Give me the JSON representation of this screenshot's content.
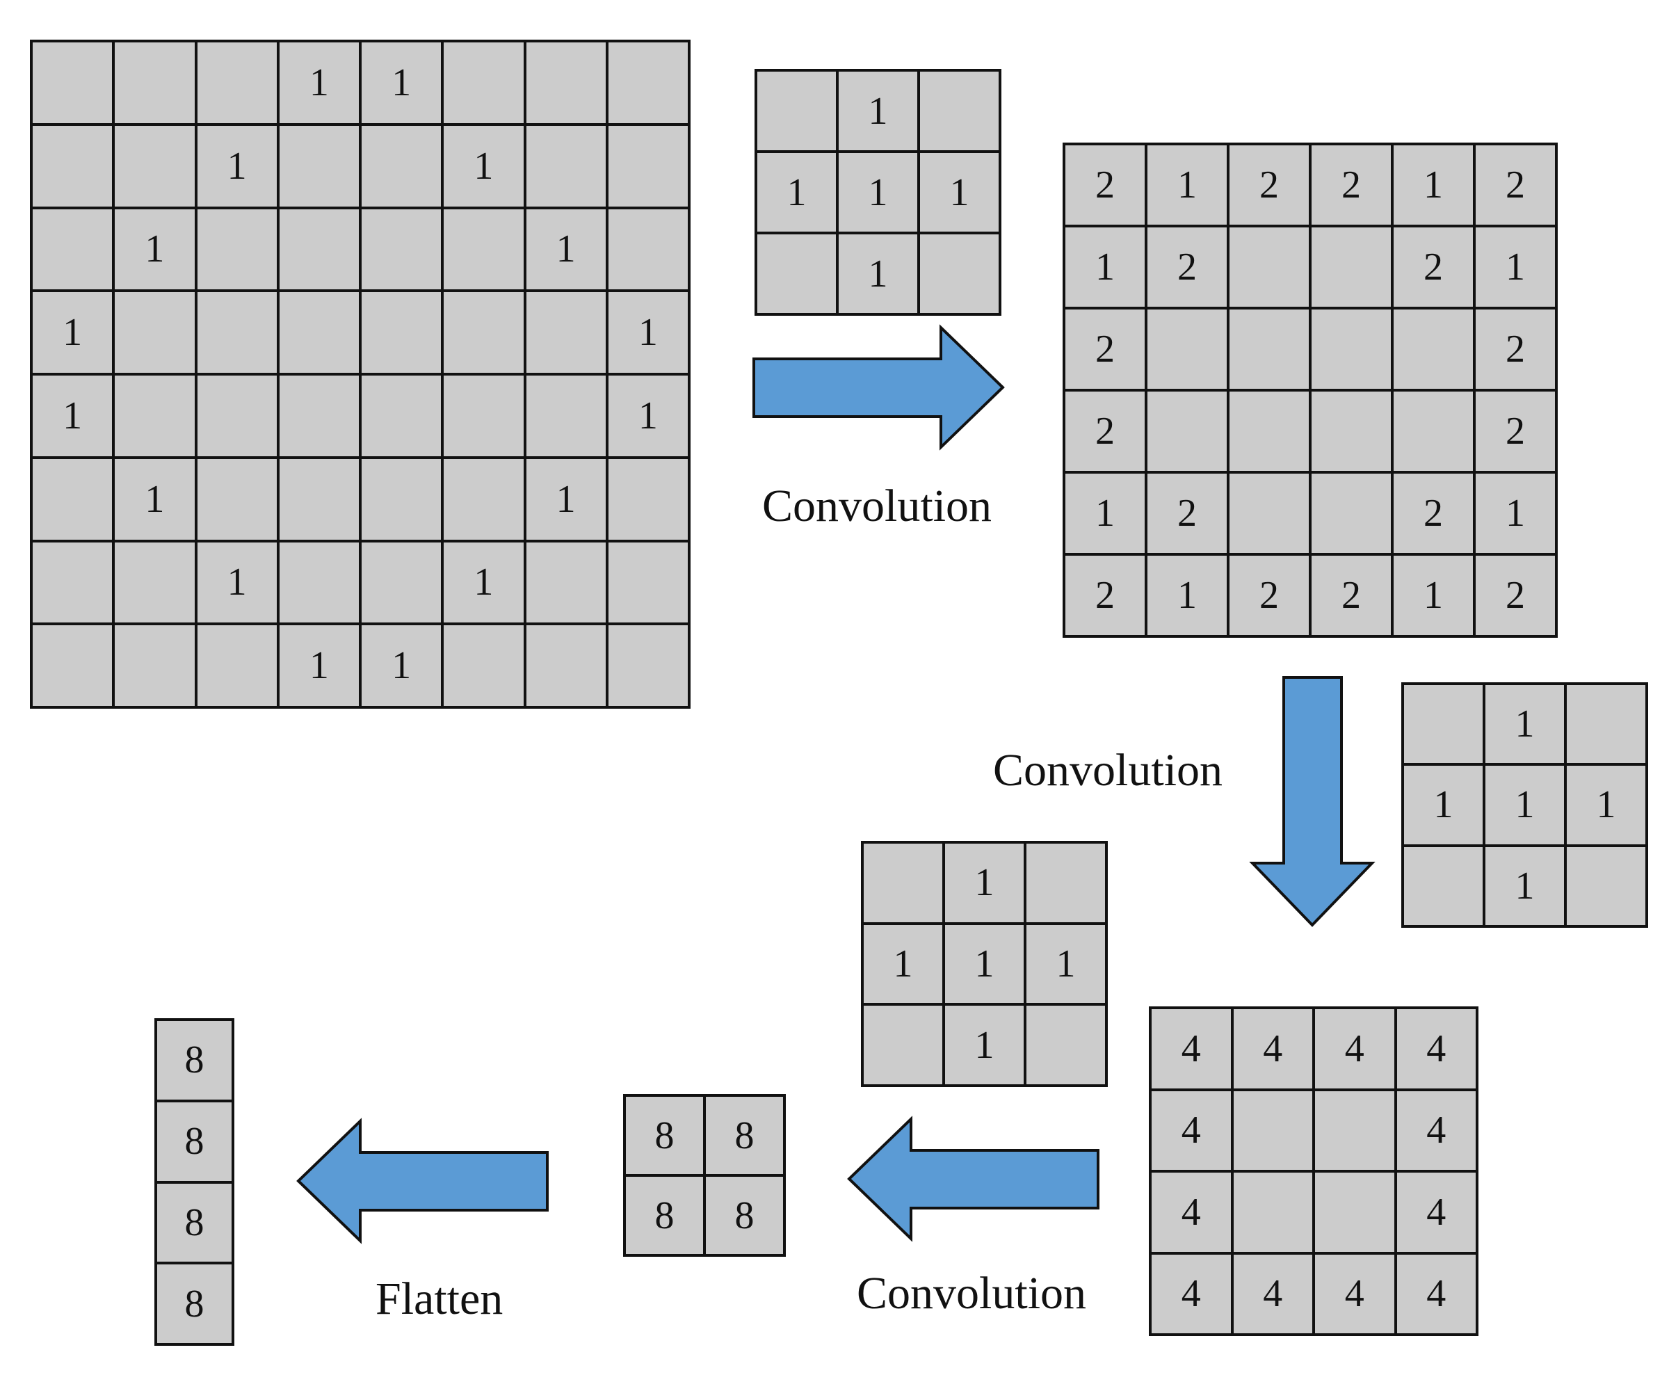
{
  "colors": {
    "cell_fill": "#cccccc",
    "border": "#111111",
    "arrow": "#5b9bd5"
  },
  "grids": {
    "input": {
      "rows": 8,
      "cols": 8,
      "cells": [
        [
          "",
          "",
          "",
          "1",
          "1",
          "",
          "",
          ""
        ],
        [
          "",
          "",
          "1",
          "",
          "",
          "1",
          "",
          ""
        ],
        [
          "",
          "1",
          "",
          "",
          "",
          "",
          "1",
          ""
        ],
        [
          "1",
          "",
          "",
          "",
          "",
          "",
          "",
          "1"
        ],
        [
          "1",
          "",
          "",
          "",
          "",
          "",
          "",
          "1"
        ],
        [
          "",
          "1",
          "",
          "",
          "",
          "",
          "1",
          ""
        ],
        [
          "",
          "",
          "1",
          "",
          "",
          "1",
          "",
          ""
        ],
        [
          "",
          "",
          "",
          "1",
          "1",
          "",
          "",
          ""
        ]
      ]
    },
    "kernel_1": {
      "rows": 3,
      "cols": 3,
      "cells": [
        [
          "",
          "1",
          ""
        ],
        [
          "1",
          "1",
          "1"
        ],
        [
          "",
          "1",
          ""
        ]
      ]
    },
    "conv_1": {
      "rows": 6,
      "cols": 6,
      "cells": [
        [
          "2",
          "1",
          "2",
          "2",
          "1",
          "2"
        ],
        [
          "1",
          "2",
          "",
          "",
          "2",
          "1"
        ],
        [
          "2",
          "",
          "",
          "",
          "",
          "2"
        ],
        [
          "2",
          "",
          "",
          "",
          "",
          "2"
        ],
        [
          "1",
          "2",
          "",
          "",
          "2",
          "1"
        ],
        [
          "2",
          "1",
          "2",
          "2",
          "1",
          "2"
        ]
      ]
    },
    "kernel_2": {
      "rows": 3,
      "cols": 3,
      "cells": [
        [
          "",
          "1",
          ""
        ],
        [
          "1",
          "1",
          "1"
        ],
        [
          "",
          "1",
          ""
        ]
      ]
    },
    "conv_2": {
      "rows": 4,
      "cols": 4,
      "cells": [
        [
          "4",
          "4",
          "4",
          "4"
        ],
        [
          "4",
          "",
          "",
          "4"
        ],
        [
          "4",
          "",
          "",
          "4"
        ],
        [
          "4",
          "4",
          "4",
          "4"
        ]
      ]
    },
    "kernel_3": {
      "rows": 3,
      "cols": 3,
      "cells": [
        [
          "",
          "1",
          ""
        ],
        [
          "1",
          "1",
          "1"
        ],
        [
          "",
          "1",
          ""
        ]
      ]
    },
    "conv_3": {
      "rows": 2,
      "cols": 2,
      "cells": [
        [
          "8",
          "8"
        ],
        [
          "8",
          "8"
        ]
      ]
    },
    "flattened": {
      "rows": 4,
      "cols": 1,
      "cells": [
        [
          "8"
        ],
        [
          "8"
        ],
        [
          "8"
        ],
        [
          "8"
        ]
      ]
    }
  },
  "labels": {
    "conv_1": "Convolution",
    "conv_2": "Convolution",
    "conv_3": "Convolution",
    "flatten": "Flatten"
  }
}
